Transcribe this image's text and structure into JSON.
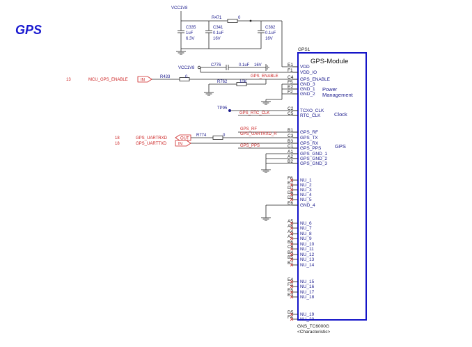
{
  "page_title": "GPS",
  "power": {
    "vcc_top": "VCC1V8",
    "vcc_mid": "VCC1V8"
  },
  "components": {
    "r471": {
      "ref": "R471",
      "value": "0"
    },
    "c335": {
      "ref": "C335",
      "v1": "1uF",
      "v2": "6.3V"
    },
    "c341": {
      "ref": "C341",
      "v1": "0.1uF",
      "v2": "16V"
    },
    "c382": {
      "ref": "C382",
      "v1": "0.1uF",
      "v2": "16V"
    },
    "c776": {
      "ref": "C776",
      "value": "0.1uF",
      "volt": "16V"
    },
    "r433": {
      "ref": "R433",
      "value": "0"
    },
    "r762": {
      "ref": "R762",
      "value": "10K"
    },
    "r774": {
      "ref": "R774",
      "value": "0"
    },
    "tp95": {
      "ref": "TP95"
    }
  },
  "ports": {
    "mcu_gps_enable": {
      "sheet": "13",
      "name": "MCU_GPS_ENABLE",
      "dir": "IN"
    },
    "gps_uartrxd": {
      "sheet": "18",
      "name": "GPS_UARTRXD",
      "dir": "OUT"
    },
    "gps_uarttxd": {
      "sheet": "18",
      "name": "GPS_UARTTXD",
      "dir": "IN"
    }
  },
  "nets": {
    "gps_enable": "GPS_ENABLE",
    "gps_rtc_clk": "GPS_RTC_CLK",
    "gps_rf": "GPS_RF",
    "gps_uartrxd_r": "GPS_UARTRXD_R",
    "gps_pps": "GPS_PPS"
  },
  "module": {
    "refdes": "GPS1",
    "title": "GPS-Module",
    "part": "GNS_TC6000G",
    "note": "<Characteristic>",
    "group_power": "Power",
    "group_power2": "Management",
    "group_clock": "Clock",
    "group_gps": "GPS"
  },
  "pins": [
    {
      "no": "E1",
      "name": "VDD"
    },
    {
      "no": "F1",
      "name": "VDD_IO"
    },
    {
      "no": "C4",
      "name": "GPS_ENABLE"
    },
    {
      "no": "F5",
      "name": "GND_3"
    },
    {
      "no": "E2",
      "name": "GND_1"
    },
    {
      "no": "F2",
      "name": "GND_2"
    },
    {
      "no": "C2",
      "name": "TCXO_CLK"
    },
    {
      "no": "C5",
      "name": "RTC_CLK"
    },
    {
      "no": "B1",
      "name": "GPS_RF"
    },
    {
      "no": "C3",
      "name": "GPS_TX"
    },
    {
      "no": "B3",
      "name": "GPS_RX"
    },
    {
      "no": "C1",
      "name": "GPS_PPS"
    },
    {
      "no": "A1",
      "name": "GPS_GND_1"
    },
    {
      "no": "A2",
      "name": "GPS_GND_2"
    },
    {
      "no": "B2",
      "name": "GPS_GND_3"
    },
    {
      "no": "F6",
      "name": "NU_1"
    },
    {
      "no": "E7",
      "name": "NU_2"
    },
    {
      "no": "D7",
      "name": "NU_3"
    },
    {
      "no": "D6",
      "name": "NU_4"
    },
    {
      "no": "D3",
      "name": "NU_5"
    },
    {
      "no": "E6",
      "name": "GND_4"
    },
    {
      "no": "A5",
      "name": "NU_6"
    },
    {
      "no": "A6",
      "name": "NU_7"
    },
    {
      "no": "A4",
      "name": "NU_8"
    },
    {
      "no": "A7",
      "name": "NU_9"
    },
    {
      "no": "B6",
      "name": "NU_10"
    },
    {
      "no": "C6",
      "name": "NU_11"
    },
    {
      "no": "B4",
      "name": "NU_12"
    },
    {
      "no": "B5",
      "name": "NU_13"
    },
    {
      "no": "B7",
      "name": "NU_14"
    },
    {
      "no": "E4",
      "name": "NU_15"
    },
    {
      "no": "F3",
      "name": "NU_16"
    },
    {
      "no": "E5",
      "name": "NU_17"
    },
    {
      "no": "E3",
      "name": "NU_18"
    },
    {
      "no": "D5",
      "name": "NU_19"
    },
    {
      "no": "F4",
      "name": "NU_20"
    }
  ]
}
